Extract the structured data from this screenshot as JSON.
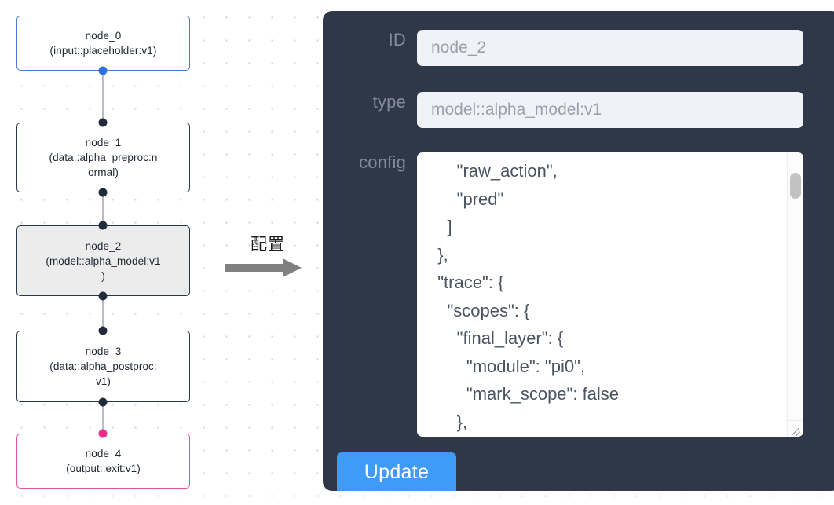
{
  "graph": {
    "nodes": [
      {
        "id": "node_0",
        "label": "node_0\n(input::placeholder:v1)",
        "state": "input"
      },
      {
        "id": "node_1",
        "label": "node_1\n(data::alpha_preproc:n\normal)",
        "state": "default"
      },
      {
        "id": "node_2",
        "label": "node_2\n(model::alpha_model:v1\n)",
        "state": "selected"
      },
      {
        "id": "node_3",
        "label": "node_3\n(data::alpha_postproc:\nv1)",
        "state": "default"
      },
      {
        "id": "node_4",
        "label": "node_4\n(output::exit:v1)",
        "state": "output"
      }
    ],
    "colors": {
      "input_border": "#4c7ad6",
      "default_border": "#2b3648",
      "output_border": "#e8539e",
      "selected_fill": "#ececec",
      "edge": "#b9bcc2",
      "handle": "#222b3a",
      "handle_input": "#2f6fe0",
      "handle_output": "#ec2d8a",
      "grid_dot": "#d3d6dc"
    }
  },
  "annotation": {
    "text": "配置",
    "arrow_color": "#808080"
  },
  "panel": {
    "background": "#2e3848",
    "fields": [
      {
        "label": "ID",
        "value": "node_2"
      },
      {
        "label": "type",
        "value": "model::alpha_model:v1"
      }
    ],
    "config": {
      "label": "config",
      "value": "      \"raw_action\",\n      \"pred\"\n    ]\n  },\n  \"trace\": {\n    \"scopes\": {\n      \"final_layer\": {\n        \"module\": \"pi0\",\n        \"mark_scope\": false\n      },\n      \"action_model\": {"
    },
    "update_button": {
      "label": "Update",
      "color": "#3f9bf7"
    }
  }
}
